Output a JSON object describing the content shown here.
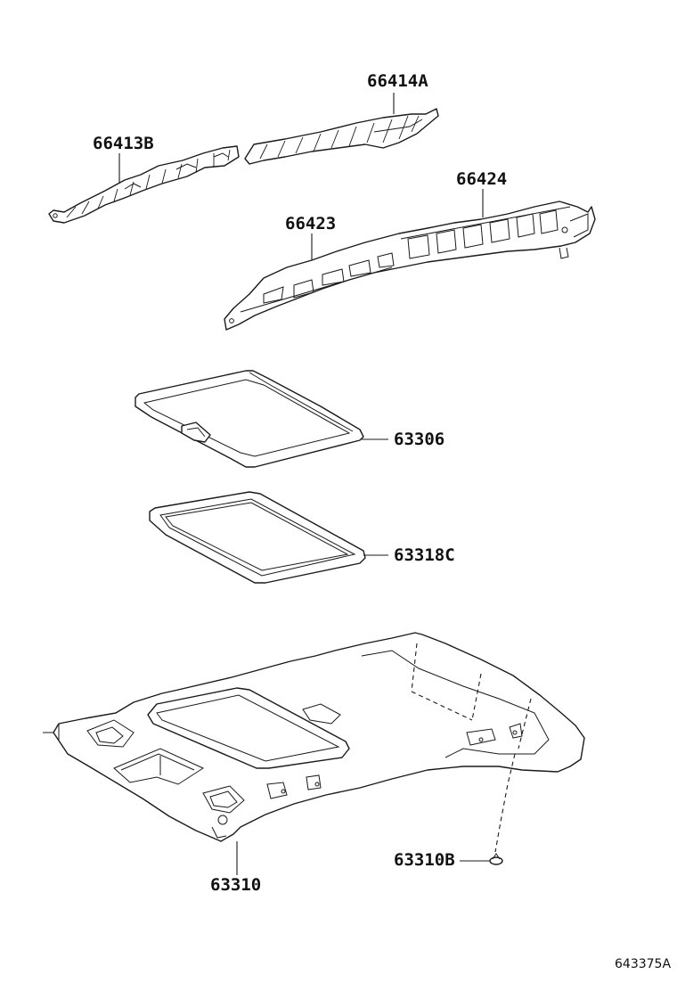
{
  "parts": [
    {
      "id": "p66414A",
      "label": "66414A"
    },
    {
      "id": "p66413B",
      "label": "66413B"
    },
    {
      "id": "p66424",
      "label": "66424"
    },
    {
      "id": "p66423",
      "label": "66423"
    },
    {
      "id": "p63306",
      "label": "63306"
    },
    {
      "id": "p63318C",
      "label": "63318C"
    },
    {
      "id": "p63310",
      "label": "63310"
    },
    {
      "id": "p63310B",
      "label": "63310B"
    }
  ],
  "diagram_code": "643375A",
  "colors": {
    "line": "#1a1a1a",
    "background": "#ffffff"
  }
}
